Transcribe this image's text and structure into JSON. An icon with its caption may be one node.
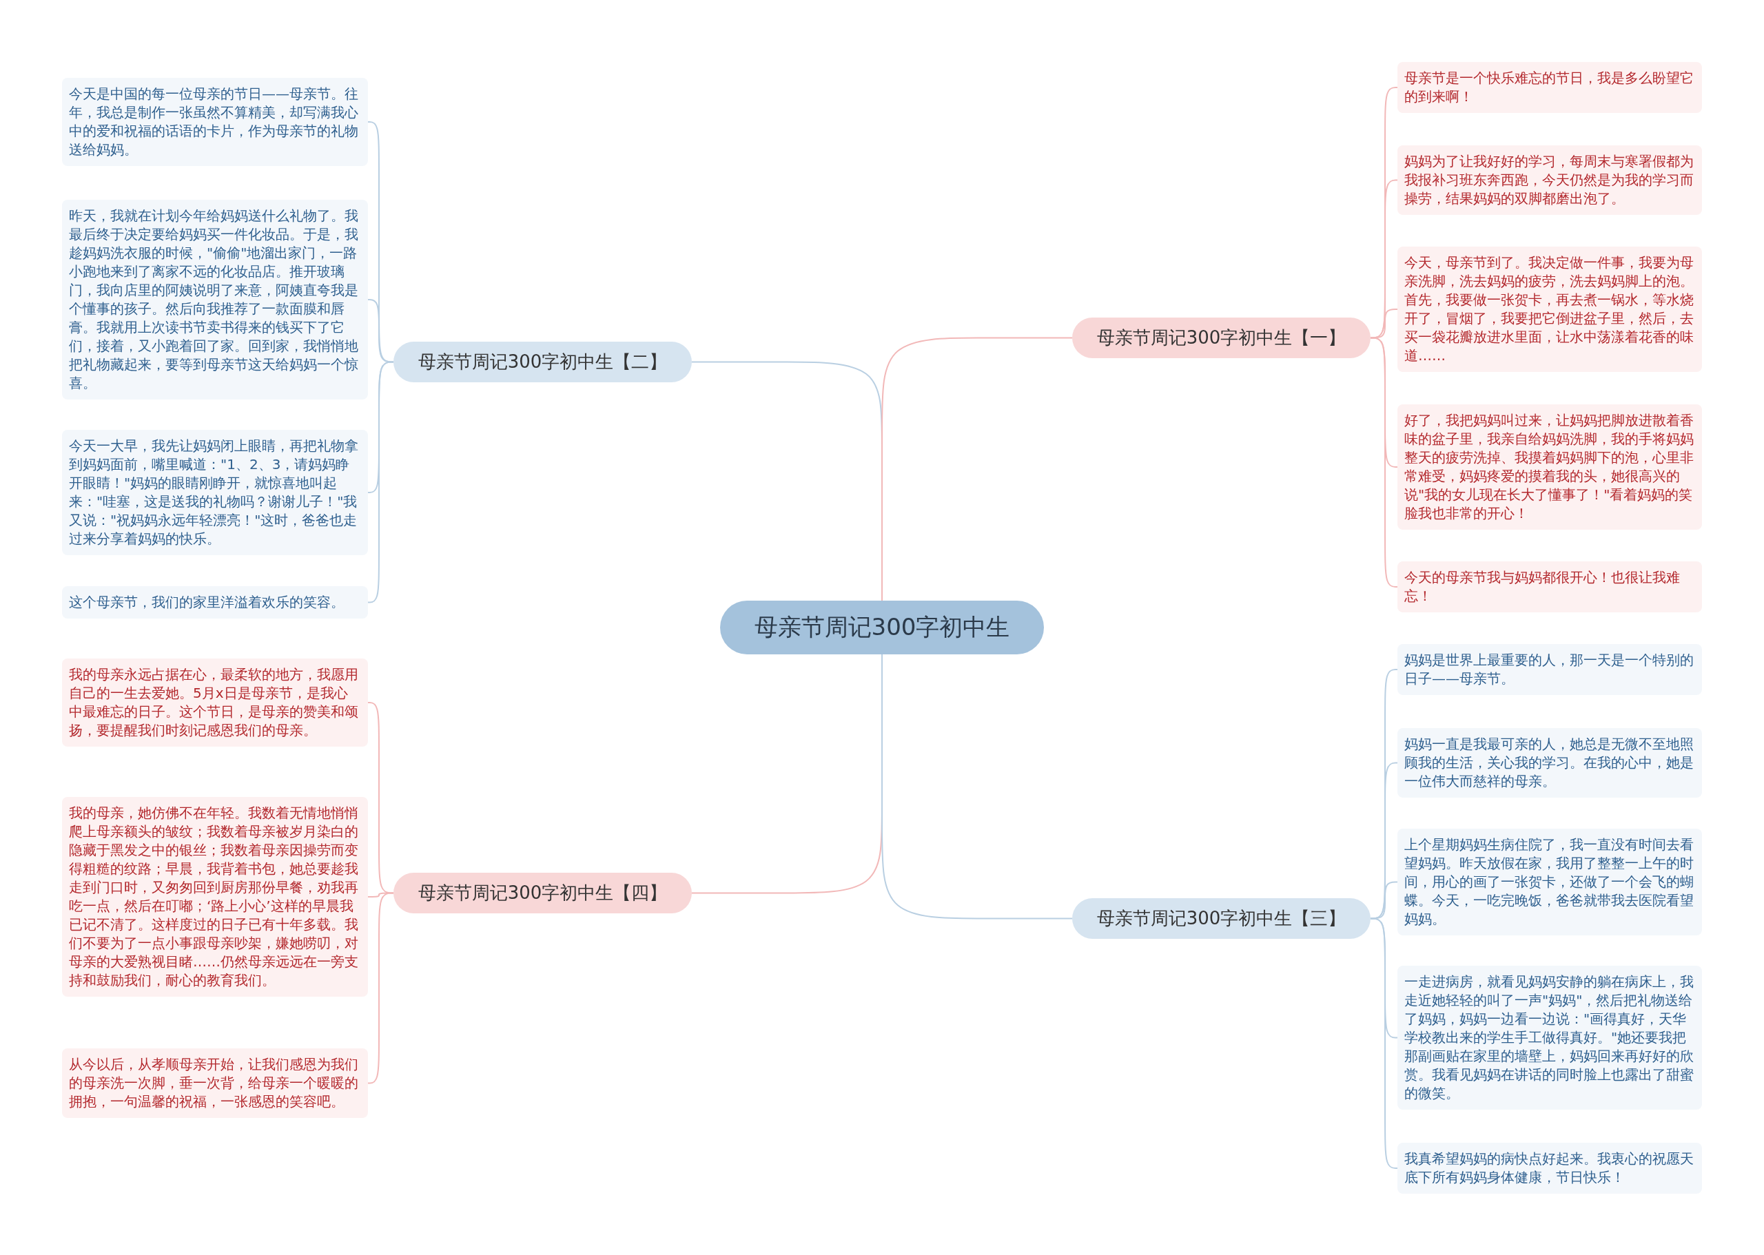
{
  "diagram": {
    "nodes": [
      {
        "text": [
          "母亲节周记300字初中生"
        ]
      },
      {
        "text": [
          "母亲节周记300字初中生【二】"
        ]
      },
      {
        "text": [
          "今天是中国的每一位母亲的节日——母亲节。往年，我总是制作一张虽然不算精美，却写满我心中的爱和祝福的话语的卡片，作为母亲节的礼物送给妈妈。"
        ]
      },
      {
        "text": [
          "昨天，我就在计划今年给妈妈送什么礼物了。我最后终于决定要给妈妈买一件化妆品。于是，我趁妈妈洗衣服的时候，\"偷偷\"地溜出家门，一路小跑地来到了离家不远的化妆品店。推开玻璃门，我向店里的阿姨说明了来意，阿姨直夸我是个懂事的孩子。然后向我推荐了一款面膜和唇膏。我就用上次读书节卖书得来的钱买下了它们，接着，又小跑着回了家。回到家，我悄悄地把礼物藏起来，要等到母亲节这天给妈妈一个惊喜。"
        ]
      },
      {
        "text": [
          "今天一大早，我先让妈妈闭上眼睛，再把礼物拿到妈妈面前，嘴里喊道：\"1、2、3，请妈妈睁开眼睛！\"妈妈的眼睛刚睁开，就惊喜地叫起来：\"哇塞，这是送我的礼物吗？谢谢儿子！\"我又说：\"祝妈妈永远年轻漂亮！\"这时，爸爸也走过来分享着妈妈的快乐。"
        ]
      },
      {
        "text": [
          "这个母亲节，我们的家里洋溢着欢乐的笑容。"
        ]
      },
      {
        "text": [
          "母亲节周记300字初中生【四】"
        ]
      },
      {
        "text": [
          "我的母亲永远占据在心，最柔软的地方，我愿用自己的一生去爱她。5月x日是母亲节，是我心中最难忘的日子。这个节日，是母亲的赞美和颂扬，要提醒我们时刻记感恩我们的母亲。"
        ]
      },
      {
        "text": [
          "我的母亲，她仿佛不在年轻。我数着无情地悄悄爬上母亲额头的皱纹；我数着母亲被岁月染白的隐藏于黑发之中的银丝；我数着母亲因操劳而变得粗糙的纹路；早晨，我背着书包，她总要趁我走到门口时，又匆匆回到厨房那份早餐，劝我再吃一点，然后在叮嘟；‘路上小心’这样的早晨我已记不清了。这样度过的日子已有十年多载。我们不要为了一点小事跟母亲吵架，嫌她唠叨，对母亲的大爱熟视目睹……仍然母亲远远在一旁支持和鼓励我们，耐心的教育我们。"
        ]
      },
      {
        "text": [
          "从今以后，从孝顺母亲开始，让我们感恩为我们的母亲洗一次脚，垂一次背，给母亲一个暖暖的拥抱，一句温馨的祝福，一张感恩的笑容吧。"
        ]
      },
      {
        "text": [
          "母亲节周记300字初中生【一】"
        ]
      },
      {
        "text": [
          "母亲节是一个快乐难忘的节日，我是多么盼望它的到来啊！"
        ]
      },
      {
        "text": [
          "妈妈为了让我好好的学习，每周末与寒署假都为我报补习班东奔西跑，今天仍然是为我的学习而操劳，结果妈妈的双脚都磨出泡了。"
        ]
      },
      {
        "text": [
          "今天，母亲节到了。我决定做一件事，我要为母亲洗脚，洗去妈妈的疲劳，洗去妈妈脚上的泡。首先，我要做一张贺卡，再去煮一锅水，等水烧开了，冒烟了，我要把它倒进盆子里，然后，去买一袋花瓣放进水里面，让水中荡漾着花香的味道……"
        ]
      },
      {
        "text": [
          "好了，我把妈妈叫过来，让妈妈把脚放进散着香味的盆子里，我亲自给妈妈洗脚，我的手将妈妈整天的疲劳洗掉、我摸着妈妈脚下的泡，心里非常难受，妈妈疼爱的摸着我的头，她很高兴的说\"我的女儿现在长大了懂事了！\"看着妈妈的笑脸我也非常的开心！"
        ]
      },
      {
        "text": [
          "今天的母亲节我与妈妈都很开心！也很让我难忘！"
        ]
      },
      {
        "text": [
          "母亲节周记300字初中生【三】"
        ]
      },
      {
        "text": [
          "妈妈是世界上最重要的人，那一天是一个特别的日子——母亲节。"
        ]
      },
      {
        "text": [
          "妈妈一直是我最可亲的人，她总是无微不至地照顾我的生活，关心我的学习。在我的心中，她是一位伟大而慈祥的母亲。"
        ]
      },
      {
        "text": [
          "上个星期妈妈生病住院了，我一直没有时间去看望妈妈。昨天放假在家，我用了整整一上午的时间，用心的画了一张贺卡，还做了一个会飞的蝴蝶。今天，一吃完晚饭，爸爸就带我去医院看望妈妈。"
        ]
      },
      {
        "text": [
          "一走进病房，就看见妈妈安静的躺在病床上，我走近她轻轻的叫了一声\"妈妈\"，然后把礼物送给了妈妈，妈妈一边看一边说：\"画得真好，天华学校教出来的学生手工做得真好。\"她还要我把那副画贴在家里的墙壁上，妈妈回来再好好的欣赏。我看见妈妈在讲话的同时脸上也露出了甜蜜的微笑。"
        ]
      },
      {
        "text": [
          "我真希望妈妈的病快点好起来。我衷心的祝愿天底下所有妈妈身体健康，节日快乐！"
        ]
      }
    ],
    "edges": [
      {
        "from": 0,
        "to": 1,
        "arrow": "none"
      },
      {
        "from": 1,
        "to": 2,
        "arrow": "none"
      },
      {
        "from": 1,
        "to": 3,
        "arrow": "none"
      },
      {
        "from": 1,
        "to": 4,
        "arrow": "none"
      },
      {
        "from": 1,
        "to": 5,
        "arrow": "none"
      },
      {
        "from": 0,
        "to": 6,
        "arrow": "none",
        "color": "#f2b8b8"
      },
      {
        "from": 6,
        "to": 7,
        "arrow": "none",
        "color": "#f2b8b8"
      },
      {
        "from": 6,
        "to": 8,
        "arrow": "none",
        "color": "#f2b8b8"
      },
      {
        "from": 6,
        "to": 9,
        "arrow": "none",
        "color": "#f2b8b8"
      },
      {
        "from": 0,
        "to": 10,
        "arrow": "none",
        "color": "#f2b8b8"
      },
      {
        "from": 10,
        "to": 11,
        "arrow": "none",
        "color": "#f2b8b8"
      },
      {
        "from": 10,
        "to": 12,
        "arrow": "none",
        "color": "#f2b8b8"
      },
      {
        "from": 10,
        "to": 13,
        "arrow": "none",
        "color": "#f2b8b8"
      },
      {
        "from": 10,
        "to": 14,
        "arrow": "none",
        "color": "#f2b8b8"
      },
      {
        "from": 10,
        "to": 15,
        "arrow": "none",
        "color": "#f2b8b8"
      },
      {
        "from": 0,
        "to": 16,
        "arrow": "none"
      },
      {
        "from": 16,
        "to": 17,
        "arrow": "none"
      },
      {
        "from": 16,
        "to": 18,
        "arrow": "none"
      },
      {
        "from": 16,
        "to": 19,
        "arrow": "none"
      },
      {
        "from": 16,
        "to": 20,
        "arrow": "none"
      },
      {
        "from": 16,
        "to": 21,
        "arrow": "none"
      }
    ]
  }
}
